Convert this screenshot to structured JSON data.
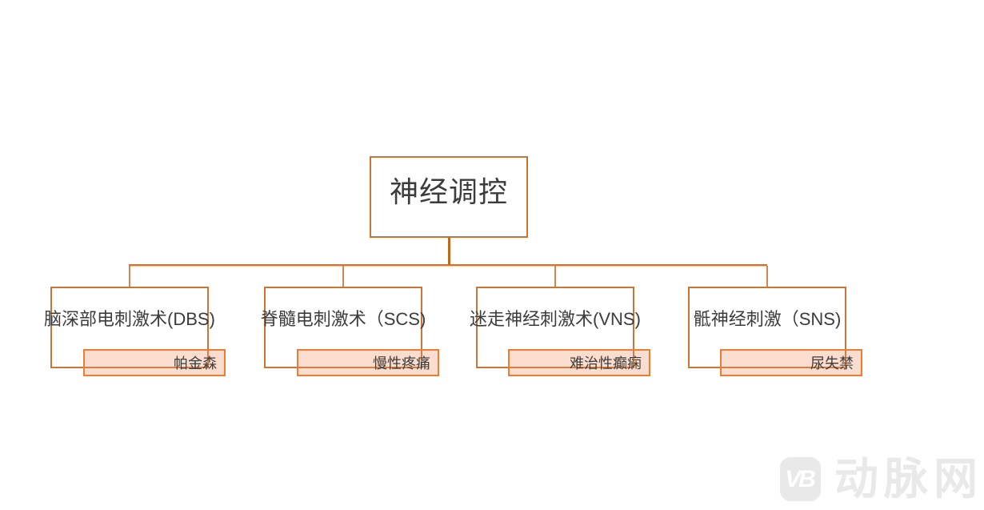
{
  "diagram": {
    "root": {
      "label": "神经调控"
    },
    "children": [
      {
        "label": "脑深部电刺激术(DBS)",
        "tag": "帕金森"
      },
      {
        "label": "脊髓电刺激术（SCS)",
        "tag": "慢性疼痛"
      },
      {
        "label": "迷走神经刺激术(VNS)",
        "tag": "难治性癫痫"
      },
      {
        "label": "骶神经刺激（SNS)",
        "tag": "尿失禁"
      }
    ]
  },
  "watermark": {
    "logo_text": "VB",
    "brand": "动脉网"
  },
  "colors": {
    "node_border": "#cc7434",
    "root_border": "#c9752f",
    "connector": "#cc7434",
    "connector_light": "#f3c9ab",
    "tag_border": "#ed7d31",
    "tag_fill": "#f8dcd2",
    "text": "#3c3c3c",
    "watermark_gray": "#e9e9e9",
    "background": "#ffffff"
  }
}
